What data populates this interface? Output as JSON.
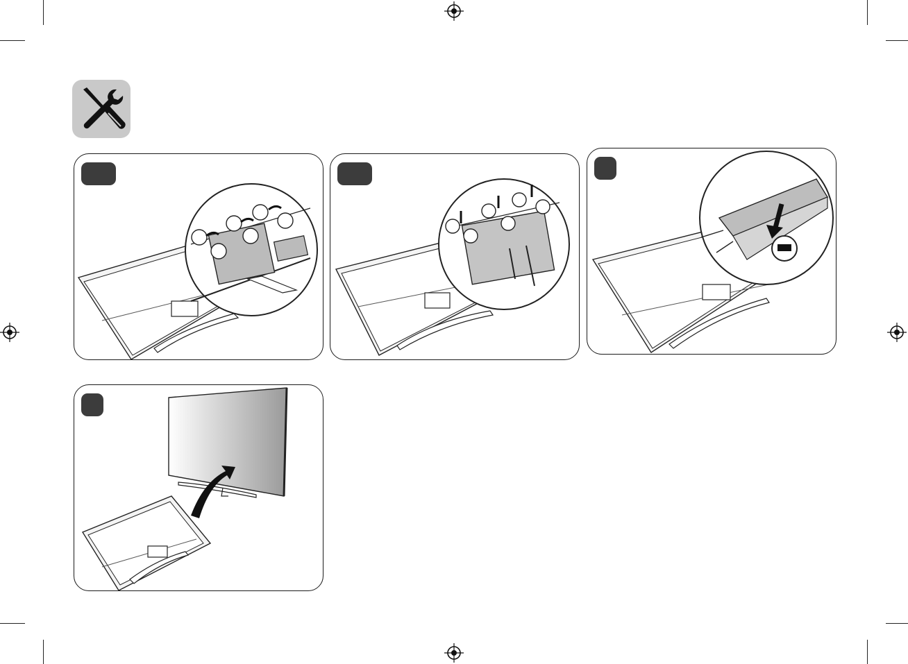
{
  "page": {
    "tool_icon": "screwdriver-wrench-icon",
    "registration_mark_icon": "registration-target-icon"
  },
  "steps": [
    {
      "id": "step-1",
      "illustration": "tv-face-down-stand-cover-detail"
    },
    {
      "id": "step-2",
      "illustration": "tv-face-down-cable-cover-detail"
    },
    {
      "id": "step-3",
      "illustration": "tv-face-down-press-cover-detail"
    },
    {
      "id": "step-4",
      "illustration": "tv-lift-upright"
    }
  ]
}
